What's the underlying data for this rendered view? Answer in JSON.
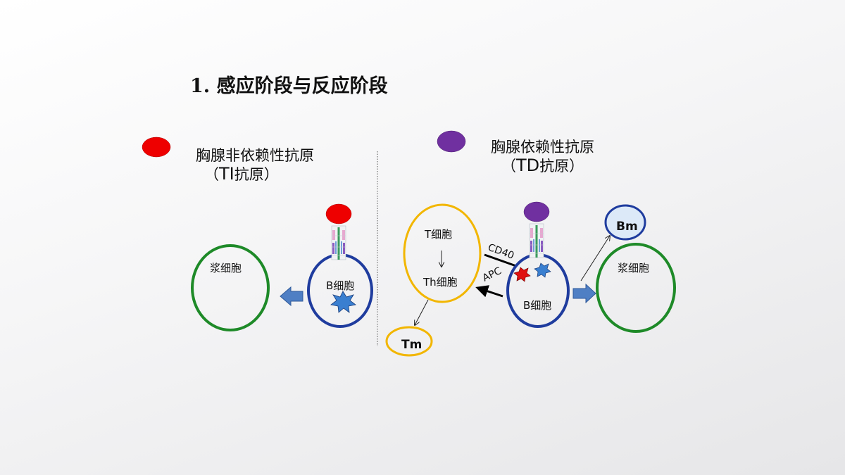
{
  "title": "1. 感应阶段与反应阶段",
  "legend": {
    "ti": {
      "name": "胸腺非依赖性抗原",
      "paren_open": "（",
      "abbr": "TI",
      "suffix": "抗原）",
      "color": "#ee0000"
    },
    "td": {
      "name": "胸腺依赖性抗原",
      "paren_open": "（",
      "abbr": "TD",
      "suffix": "抗原）",
      "color": "#7030a0"
    }
  },
  "left_panel": {
    "plasma_cell": "浆细胞",
    "b_cell": "B细胞"
  },
  "right_panel": {
    "t_cell": "T细胞",
    "th_cell": "Th细胞",
    "tm_cell": "Tm",
    "b_cell": "B细胞",
    "plasma_cell": "浆细胞",
    "bm_cell": "Bm",
    "cd40": "CD40",
    "apc": "APC"
  },
  "colors": {
    "b_cell_border": "#1f3c9e",
    "plasma_border": "#1e8a28",
    "t_cell_border": "#f2b600",
    "arrow_fill": "#4f7fc4",
    "bm_fill": "#dce9f8"
  }
}
